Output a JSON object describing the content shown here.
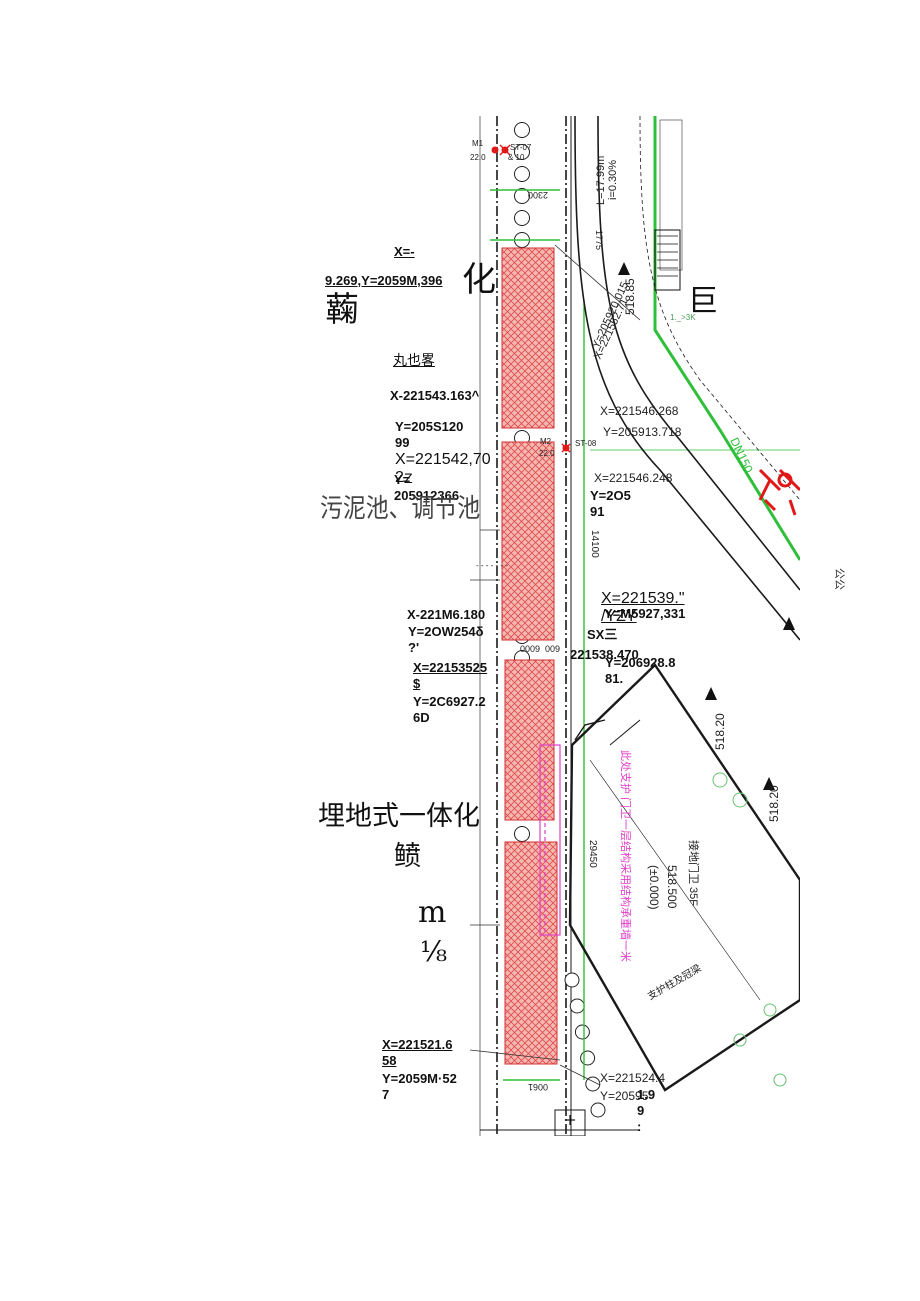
{
  "drawing": {
    "colors": {
      "hatch": "#e24a4a",
      "hatch_fill": "#f4b8b2",
      "green_line": "#2fbf3a",
      "magenta_line": "#e040c8",
      "tree": "#e01818",
      "linework": "#1a1a1a"
    }
  },
  "labels": {
    "top_x": "X=-",
    "top_xy": "9.269,Y=2059M,396",
    "small_underlined": "丸也畧",
    "pt1_x": "X-221543.163^",
    "pt1_y": "Y=205S120\n99",
    "pt2_x": "X=221542,70\n2",
    "pt2_y": "Y=\n205912366",
    "pt2_ghost": "Z",
    "pt3_y": "Y=2O5\n91",
    "pt4_x": "X=221539.\"\n/YZY",
    "pt4_y": "Y=M5927,331",
    "pt4_sx": "SX三",
    "pt4_x2": "221538.470",
    "pt4_y2": "Y=206928.8\n81.",
    "pt5_x": "X-221M6.180",
    "pt5_y": "Y=2OW254δ\n?'",
    "pt6_x": "X=22153525\n$",
    "pt6_y": "Y=2C6927.2\n6D",
    "pt7_x": "X=221521.6\n58",
    "pt7_y": "Y=2059M·52\n7",
    "bottom_val": "1.9\n9\n:",
    "small_green": "1._>3K"
  },
  "big_text": {
    "hua": "化",
    "ji": "蘜",
    "ju": "巨",
    "sludge_tank": "污泥池、调节池",
    "buried_integrated": "埋地式一体化",
    "zan": "鲼",
    "m": "m",
    "frac": "⅛"
  },
  "plan_text": {
    "dim_2300": "2300",
    "dim_1775": "1775",
    "dim_14100": "14100",
    "dim_29450": "29450",
    "dim_0009": "0009",
    "dim_9000": "009",
    "dim_1900": "0061",
    "coord_a": "X=221546.268",
    "coord_b": "Y=205913.718",
    "coord_c": "X=221546.248",
    "coord_d": "X=221524.4",
    "coord_e": "Y=20595",
    "coord_f": "X=221552.71",
    "coord_g": "Y=205920.015",
    "elev_1": "518.85",
    "elev_2": "518.20",
    "elev_3": "518.20",
    "elev_4": "518.500",
    "elev_5": "(±0.000)",
    "slope": "i=0.30%",
    "slope_len": "L=17.99m",
    "dn150": "DN150",
    "gate_building": "接地门卫 35F",
    "magenta_note": "此处支护 门卫一层结构采用结构承重墙一米",
    "support_beam": "支护柱及冠梁",
    "m1_tag": "M1",
    "m1_elev": "22.0",
    "m2_tag": "M2",
    "m2_elev": "22.0",
    "st_tag": "ST-07",
    "st_val": "& 10",
    "st2_tag": "ST-08",
    "side_note": "公公",
    "small_dash": "- - - - - - -"
  }
}
